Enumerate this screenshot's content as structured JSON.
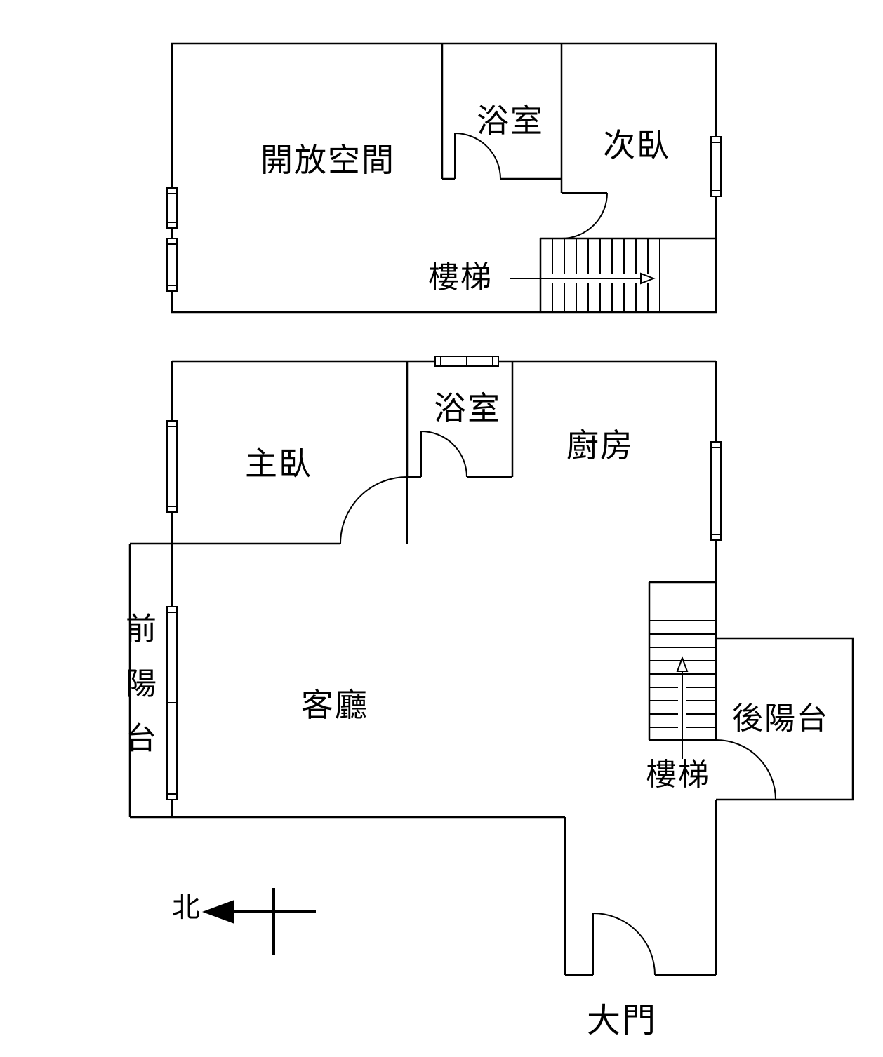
{
  "colors": {
    "line": "#000000",
    "background": "#ffffff"
  },
  "upper_floor": {
    "labels": {
      "open_space": "開放空間",
      "bathroom": "浴室",
      "second_bedroom": "次臥",
      "stairs": "樓梯"
    }
  },
  "lower_floor": {
    "labels": {
      "master_bedroom": "主臥",
      "bathroom": "浴室",
      "kitchen": "廚房",
      "living_room": "客廳",
      "front_balcony": "前陽台",
      "rear_balcony": "後陽台",
      "stairs": "樓梯",
      "main_door": "大門"
    }
  },
  "compass": {
    "north": "北"
  }
}
